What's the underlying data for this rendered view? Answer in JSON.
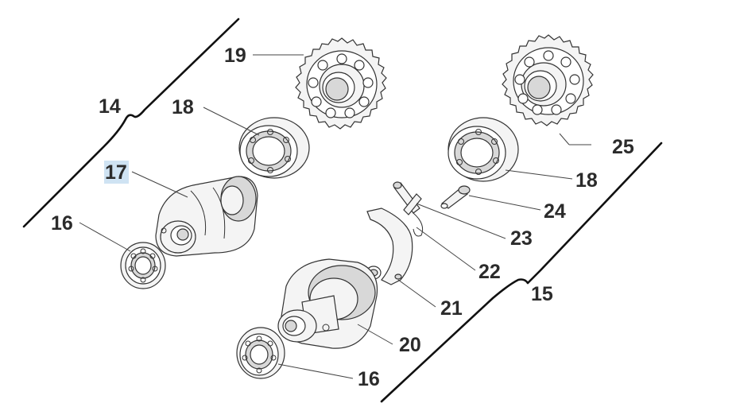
{
  "labels": {
    "l14": "14",
    "l15": "15",
    "l16a": "16",
    "l16b": "16",
    "l17": "17",
    "l18a": "18",
    "l18b": "18",
    "l19": "19",
    "l20": "20",
    "l21": "21",
    "l22": "22",
    "l23": "23",
    "l24": "24",
    "l25": "25"
  },
  "highlight": {
    "selected_label": "17",
    "color": "#cfe3f3"
  },
  "colors": {
    "line": "#333333",
    "label": "#2b2b2b",
    "part_fill": "#f4f4f4"
  }
}
